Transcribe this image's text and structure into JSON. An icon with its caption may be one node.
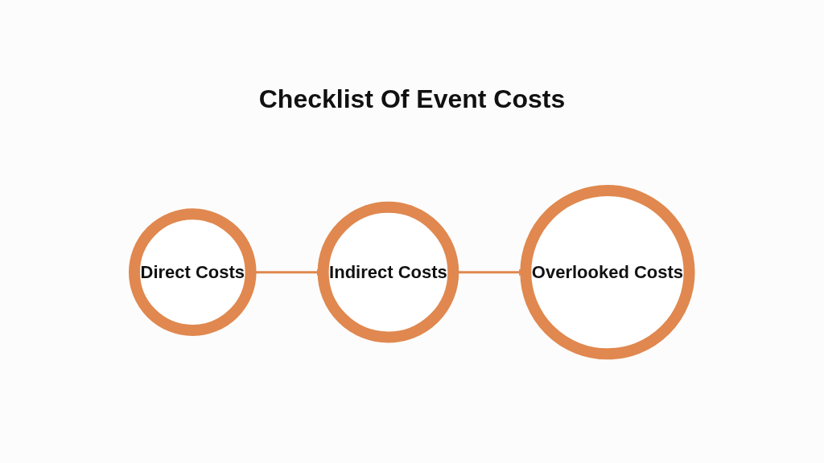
{
  "diagram": {
    "title": "Checklist Of Event Costs",
    "nodes": [
      {
        "text": [
          "Direct Costs"
        ]
      },
      {
        "text": [
          "Indirect Costs"
        ]
      },
      {
        "text": [
          "Overlooked Costs"
        ]
      }
    ],
    "edges": [
      {
        "from": 0,
        "to": 1,
        "arrow": "to"
      },
      {
        "from": 1,
        "to": 2,
        "arrow": "to"
      }
    ]
  }
}
